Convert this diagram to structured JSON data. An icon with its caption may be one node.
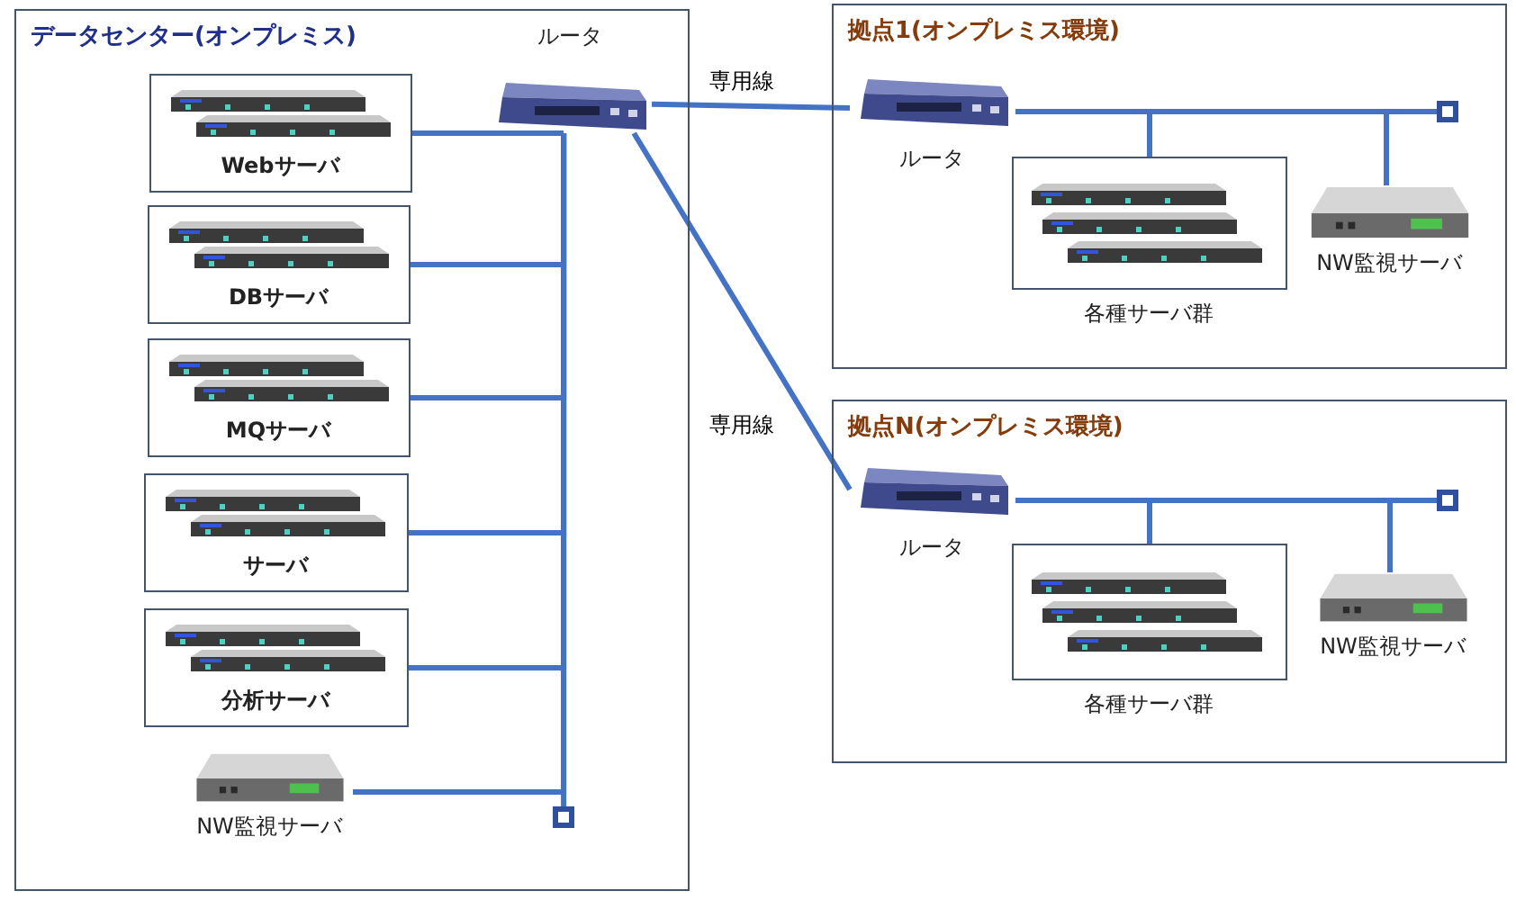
{
  "diagram": {
    "nodes": [
      {
        "text": [
          "データセンター(オンプレミス)"
        ]
      },
      {
        "text": [
          "ルータ"
        ],
        "in": 0
      },
      {
        "text": [
          "Webサーバ"
        ],
        "in": 0
      },
      {
        "text": [
          "DBサーバ"
        ],
        "in": 0
      },
      {
        "text": [
          "MQサーバ"
        ],
        "in": 0
      },
      {
        "text": [
          "サーバ"
        ],
        "in": 0
      },
      {
        "text": [
          "分析サーバ"
        ],
        "in": 0
      },
      {
        "text": [
          "NW監視サーバ"
        ],
        "in": 0
      },
      {
        "text": [],
        "shape": "box",
        "in": 0
      },
      {
        "text": [
          "拠点1(オンプレミス環境)"
        ]
      },
      {
        "text": [
          "ルータ"
        ],
        "in": 9
      },
      {
        "text": [
          "各種サーバ群"
        ],
        "in": 9
      },
      {
        "text": [
          "NW監視サーバ"
        ],
        "in": 9
      },
      {
        "text": [],
        "shape": "box",
        "in": 9
      },
      {
        "text": [
          "拠点N(オンプレミス環境)"
        ]
      },
      {
        "text": [
          "ルータ"
        ],
        "in": 14
      },
      {
        "text": [
          "各種サーバ群"
        ],
        "in": 14
      },
      {
        "text": [
          "NW監視サーバ"
        ],
        "in": 14
      },
      {
        "text": [],
        "shape": "box",
        "in": 14
      }
    ],
    "edges": [
      {
        "from": 1,
        "to": 2,
        "arrow": "none"
      },
      {
        "from": 1,
        "to": 3,
        "arrow": "none"
      },
      {
        "from": 1,
        "to": 4,
        "arrow": "none"
      },
      {
        "from": 1,
        "to": 5,
        "arrow": "none"
      },
      {
        "from": 1,
        "to": 6,
        "arrow": "none"
      },
      {
        "from": 1,
        "to": 7,
        "arrow": "none"
      },
      {
        "from": 1,
        "to": 8,
        "arrow": "none"
      },
      {
        "from": 1,
        "to": 10,
        "arrow": "none",
        "label": "専用線"
      },
      {
        "from": 1,
        "to": 15,
        "arrow": "none",
        "label": "専用線"
      },
      {
        "from": 10,
        "to": 11,
        "arrow": "none"
      },
      {
        "from": 10,
        "to": 12,
        "arrow": "none"
      },
      {
        "from": 10,
        "to": 13,
        "arrow": "none"
      },
      {
        "from": 15,
        "to": 16,
        "arrow": "none"
      },
      {
        "from": 15,
        "to": 17,
        "arrow": "none"
      },
      {
        "from": 15,
        "to": 18,
        "arrow": "none"
      }
    ]
  }
}
